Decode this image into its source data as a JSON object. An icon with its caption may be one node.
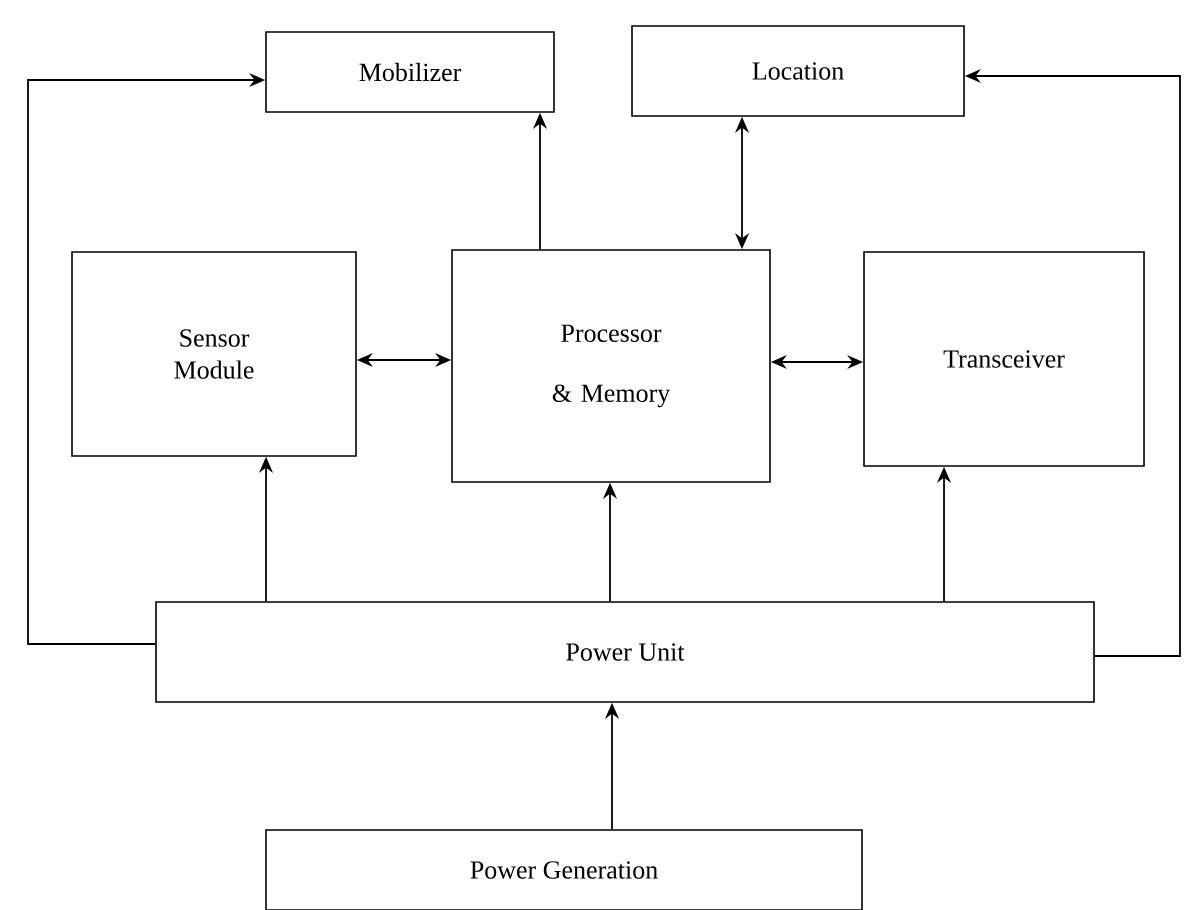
{
  "diagram": {
    "nodes": [
      {
        "text": [
          "Mobilizer"
        ]
      },
      {
        "text": [
          "Location"
        ]
      },
      {
        "text": [
          "Sensor Module"
        ]
      },
      {
        "text": [
          "Processor & Memory"
        ]
      },
      {
        "text": [
          "Transceiver"
        ]
      },
      {
        "text": [
          "Power Unit"
        ]
      },
      {
        "text": [
          "Power Generation"
        ]
      }
    ],
    "edges": [
      {
        "from": 3,
        "to": 0,
        "arrow": "to"
      },
      {
        "from": 3,
        "to": 1,
        "arrow": "both"
      },
      {
        "from": 2,
        "to": 3,
        "arrow": "both"
      },
      {
        "from": 3,
        "to": 4,
        "arrow": "both"
      },
      {
        "from": 5,
        "to": 2,
        "arrow": "to"
      },
      {
        "from": 5,
        "to": 3,
        "arrow": "to"
      },
      {
        "from": 5,
        "to": 4,
        "arrow": "to"
      },
      {
        "from": 6,
        "to": 5,
        "arrow": "to"
      },
      {
        "from": 5,
        "to": 0,
        "arrow": "to"
      },
      {
        "from": 5,
        "to": 1,
        "arrow": "to"
      }
    ]
  }
}
